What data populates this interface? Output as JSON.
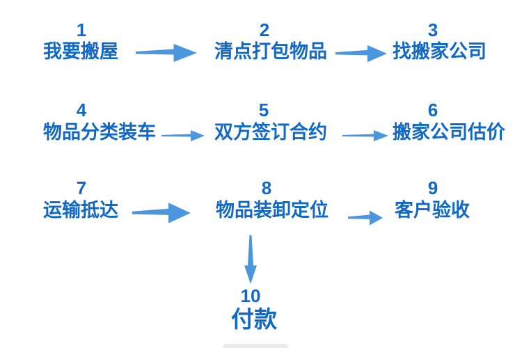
{
  "diagram": {
    "type": "flowchart",
    "description": "Ten-step moving-house process flow",
    "steps": [
      {
        "number": "1",
        "label": "我要搬屋"
      },
      {
        "number": "2",
        "label": "清点打包物品"
      },
      {
        "number": "3",
        "label": "找搬家公司"
      },
      {
        "number": "4",
        "label": "物品分类装车"
      },
      {
        "number": "5",
        "label": "双方签订合约"
      },
      {
        "number": "6",
        "label": "搬家公司估价"
      },
      {
        "number": "7",
        "label": "运输抵达"
      },
      {
        "number": "8",
        "label": "物品装卸定位"
      },
      {
        "number": "9",
        "label": "客户验收"
      },
      {
        "number": "10",
        "label": "付款"
      }
    ],
    "connections": [
      {
        "from": "1",
        "to": "2",
        "direction": "right"
      },
      {
        "from": "2",
        "to": "3",
        "direction": "right"
      },
      {
        "from": "4",
        "to": "5",
        "direction": "right"
      },
      {
        "from": "5",
        "to": "6",
        "direction": "right"
      },
      {
        "from": "7",
        "to": "8",
        "direction": "right"
      },
      {
        "from": "8",
        "to": "9",
        "direction": "right"
      },
      {
        "from": "8",
        "to": "10",
        "direction": "down"
      }
    ],
    "colors": {
      "text_blue": "#1169c5",
      "arrow_blue": "#4b96dc",
      "background": "#ffffff"
    }
  }
}
